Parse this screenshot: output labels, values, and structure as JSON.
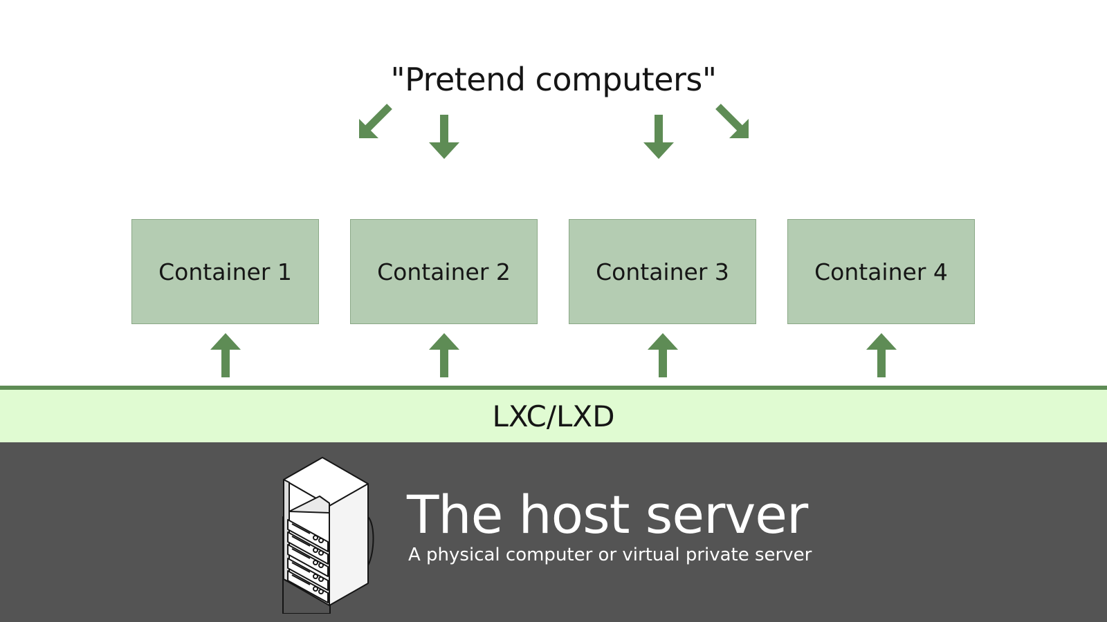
{
  "heading": "\"Pretend computers\"",
  "containers": [
    {
      "label": "Container 1"
    },
    {
      "label": "Container 2"
    },
    {
      "label": "Container 3"
    },
    {
      "label": "Container 4"
    }
  ],
  "layer": {
    "label": "LXC/LXD"
  },
  "host": {
    "title": "The host server",
    "subtitle": "A physical computer or virtual private server",
    "icon": "server-rack-icon"
  },
  "colors": {
    "arrow": "#5e8c55",
    "container_fill": "#b4ccb2",
    "layer_fill": "#e0fbd2",
    "layer_border": "#5e8c55",
    "host_fill": "#545454"
  }
}
